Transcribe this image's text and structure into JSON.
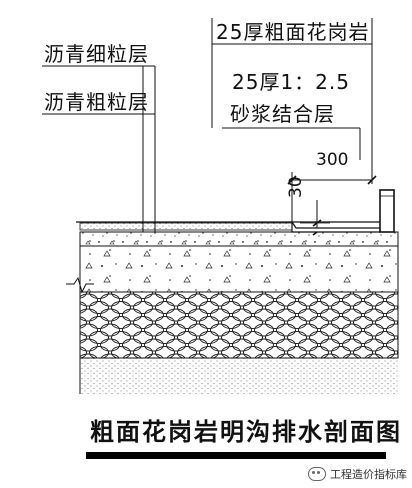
{
  "labels": {
    "fine_asphalt": "沥青细粒层",
    "coarse_asphalt": "沥青粗粒层",
    "granite": "25厚粗面花岗岩",
    "mortar_line1": "25厚1：2.5",
    "mortar_line2": "砂浆结合层"
  },
  "dimensions": {
    "width": "300",
    "depth": "30"
  },
  "title": "粗面花岗岩明沟排水剖面图",
  "watermark": "工程造价指标库",
  "colors": {
    "ink": "#111111",
    "fill_dark": "#000000",
    "background": "#ffffff"
  }
}
